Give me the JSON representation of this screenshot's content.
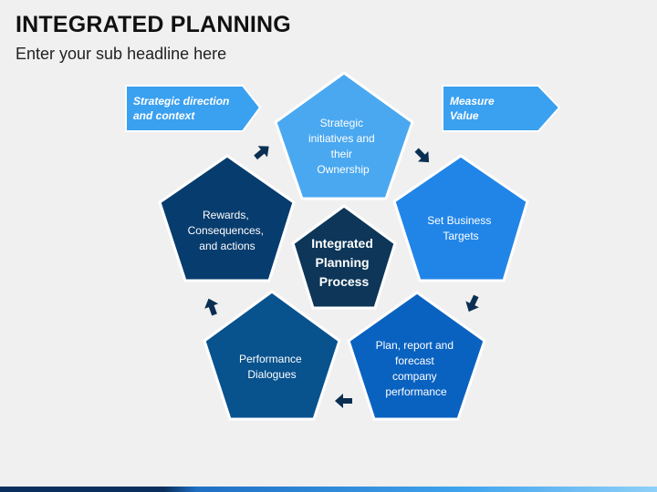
{
  "slide": {
    "title": "INTEGRATED PLANNING",
    "subtitle": "Enter your sub headline here"
  },
  "diagram": {
    "center": {
      "lines": [
        "Integrated",
        "Planning",
        "Process"
      ],
      "color": "#0d3658"
    },
    "steps": [
      {
        "lines": [
          "Strategic",
          "initiatives and",
          "their",
          "Ownership"
        ],
        "color": "#4aa8f0"
      },
      {
        "lines": [
          "Set Business",
          "Targets"
        ],
        "color": "#2185e8"
      },
      {
        "lines": [
          "Plan, report and",
          "forecast",
          "company",
          "performance"
        ],
        "color": "#0a62c0"
      },
      {
        "lines": [
          "Performance",
          "Dialogues"
        ],
        "color": "#08528e"
      },
      {
        "lines": [
          "Rewards,",
          "Consequences,",
          "and actions"
        ],
        "color": "#073c6e"
      }
    ],
    "callouts": [
      {
        "lines": [
          "Strategic direction",
          "and context"
        ],
        "color": "#3aa0f0"
      },
      {
        "lines": [
          "Measure",
          "Value"
        ],
        "color": "#3aa0f0"
      }
    ],
    "arrow_color": "#0b2f52"
  },
  "footer": {
    "bar_colors": [
      "#0a2f5e",
      "#1f6fc4",
      "#3fa3ee",
      "#8fd0f8"
    ]
  }
}
